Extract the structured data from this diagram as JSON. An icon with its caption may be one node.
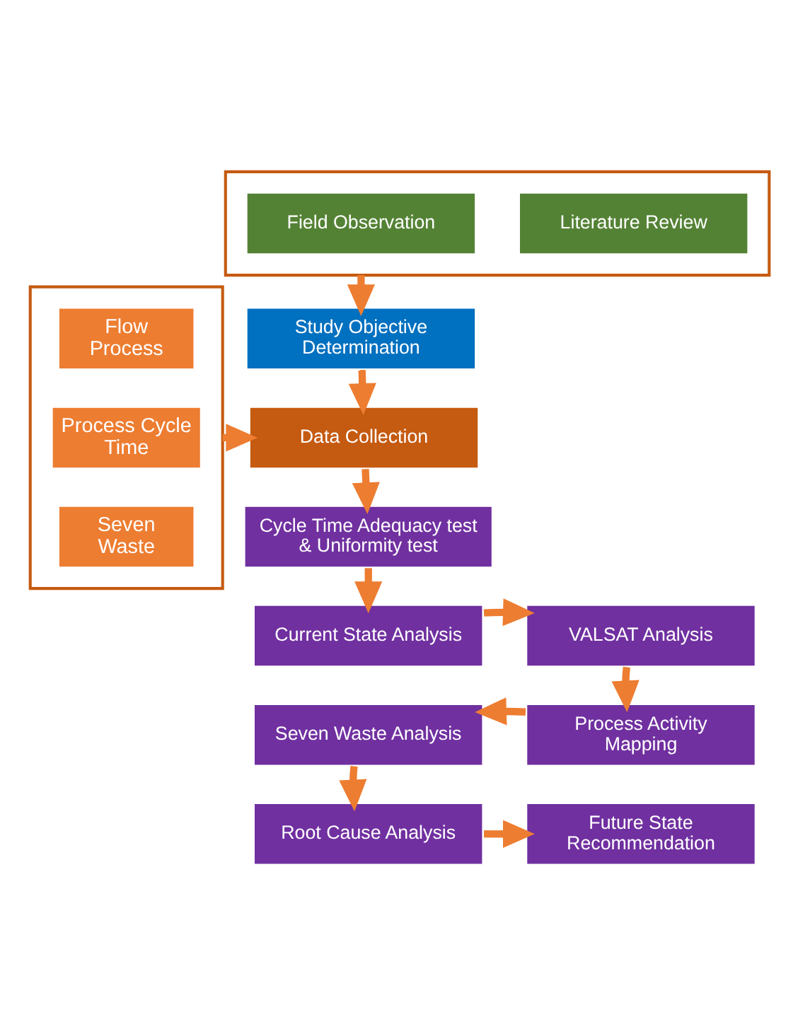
{
  "diagram": {
    "nodes": [
      {
        "text": [],
        "shape": "box"
      },
      {
        "text": [
          "Field Observation"
        ],
        "in": 0
      },
      {
        "text": [
          "Literature Review"
        ],
        "in": 0
      },
      {
        "text": [
          "Study Objective Determination"
        ]
      },
      {
        "text": [],
        "shape": "box"
      },
      {
        "text": [
          "Flow Process"
        ],
        "in": 4
      },
      {
        "text": [
          "Process Cycle Time"
        ],
        "in": 4
      },
      {
        "text": [
          "Seven Waste"
        ],
        "in": 4
      },
      {
        "text": [
          "Data Collection"
        ]
      },
      {
        "text": [
          "Cycle Time Adequacy test & Uniformity test"
        ]
      },
      {
        "text": [
          "Current State Analysis"
        ]
      },
      {
        "text": [
          "VALSAT Analysis"
        ]
      },
      {
        "text": [
          "Process Activity Mapping"
        ]
      },
      {
        "text": [
          "Seven Waste Analysis"
        ]
      },
      {
        "text": [
          "Root Cause Analysis"
        ]
      },
      {
        "text": [
          "Future State Recommendation"
        ]
      }
    ],
    "edges": [
      {
        "from": 0,
        "to": 3,
        "arrow": "to"
      },
      {
        "from": 3,
        "to": 8,
        "arrow": "to"
      },
      {
        "from": 4,
        "to": 8,
        "arrow": "to"
      },
      {
        "from": 8,
        "to": 9,
        "arrow": "to"
      },
      {
        "from": 9,
        "to": 10,
        "arrow": "to"
      },
      {
        "from": 10,
        "to": 11,
        "arrow": "to"
      },
      {
        "from": 11,
        "to": 12,
        "arrow": "to"
      },
      {
        "from": 12,
        "to": 13,
        "arrow": "to"
      },
      {
        "from": 13,
        "to": 14,
        "arrow": "to"
      },
      {
        "from": 14,
        "to": 15,
        "arrow": "to"
      }
    ]
  }
}
